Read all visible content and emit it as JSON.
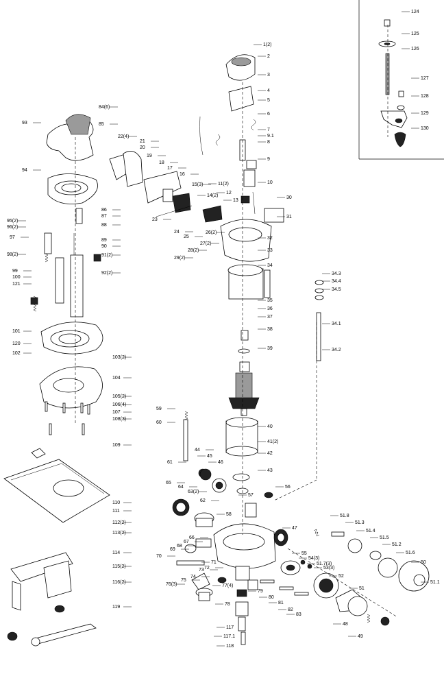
{
  "diagram": {
    "callouts": [
      {
        "id": "c-1",
        "text": "1(2)"
      },
      {
        "id": "c-2",
        "text": "2"
      },
      {
        "id": "c-3",
        "text": "3"
      },
      {
        "id": "c-4",
        "text": "4"
      },
      {
        "id": "c-5",
        "text": "5"
      },
      {
        "id": "c-6",
        "text": "6"
      },
      {
        "id": "c-7",
        "text": "7"
      },
      {
        "id": "c-9-1",
        "text": "9.1"
      },
      {
        "id": "c-8",
        "text": "8"
      },
      {
        "id": "c-9",
        "text": "9"
      },
      {
        "id": "c-10",
        "text": "10"
      },
      {
        "id": "c-11",
        "text": "11(2)"
      },
      {
        "id": "c-12",
        "text": "12"
      },
      {
        "id": "c-13",
        "text": "13"
      },
      {
        "id": "c-14",
        "text": "14(2)"
      },
      {
        "id": "c-15",
        "text": "15(3)"
      },
      {
        "id": "c-16",
        "text": "16"
      },
      {
        "id": "c-17",
        "text": "17"
      },
      {
        "id": "c-18",
        "text": "18"
      },
      {
        "id": "c-19",
        "text": "19"
      },
      {
        "id": "c-20",
        "text": "20"
      },
      {
        "id": "c-21",
        "text": "21"
      },
      {
        "id": "c-22",
        "text": "22(4)"
      },
      {
        "id": "c-23",
        "text": "23"
      },
      {
        "id": "c-24",
        "text": "24"
      },
      {
        "id": "c-25",
        "text": "25"
      },
      {
        "id": "c-26",
        "text": "26(2)"
      },
      {
        "id": "c-27",
        "text": "27(2)"
      },
      {
        "id": "c-28",
        "text": "28(2)"
      },
      {
        "id": "c-29",
        "text": "29(2)"
      },
      {
        "id": "c-30",
        "text": "30"
      },
      {
        "id": "c-31",
        "text": "31"
      },
      {
        "id": "c-32",
        "text": "32"
      },
      {
        "id": "c-33",
        "text": "33"
      },
      {
        "id": "c-34",
        "text": "34"
      },
      {
        "id": "c-34-3",
        "text": "34.3"
      },
      {
        "id": "c-34-4",
        "text": "34.4"
      },
      {
        "id": "c-34-5",
        "text": "34.5"
      },
      {
        "id": "c-35",
        "text": "35"
      },
      {
        "id": "c-36",
        "text": "36"
      },
      {
        "id": "c-37",
        "text": "37"
      },
      {
        "id": "c-34-1",
        "text": "34.1"
      },
      {
        "id": "c-38",
        "text": "38"
      },
      {
        "id": "c-34-2",
        "text": "34.2"
      },
      {
        "id": "c-39",
        "text": "39"
      },
      {
        "id": "c-40",
        "text": "40"
      },
      {
        "id": "c-41",
        "text": "41(2)"
      },
      {
        "id": "c-42",
        "text": "42"
      },
      {
        "id": "c-43",
        "text": "43"
      },
      {
        "id": "c-44",
        "text": "44"
      },
      {
        "id": "c-45",
        "text": "45"
      },
      {
        "id": "c-46",
        "text": "46"
      },
      {
        "id": "c-47",
        "text": "47"
      },
      {
        "id": "c-48",
        "text": "48"
      },
      {
        "id": "c-49",
        "text": "49"
      },
      {
        "id": "c-50",
        "text": "50"
      },
      {
        "id": "c-51",
        "text": "51"
      },
      {
        "id": "c-51-1",
        "text": "51.1"
      },
      {
        "id": "c-51-2",
        "text": "51.2"
      },
      {
        "id": "c-51-3",
        "text": "51.3"
      },
      {
        "id": "c-51-4",
        "text": "51.4"
      },
      {
        "id": "c-51-5",
        "text": "51.5"
      },
      {
        "id": "c-51-6",
        "text": "51.6"
      },
      {
        "id": "c-51-7",
        "text": "51.7(3)"
      },
      {
        "id": "c-51-8",
        "text": "51.8"
      },
      {
        "id": "c-52",
        "text": "52"
      },
      {
        "id": "c-53",
        "text": "53(3)"
      },
      {
        "id": "c-54",
        "text": "54(3)"
      },
      {
        "id": "c-55",
        "text": "55"
      },
      {
        "id": "c-56",
        "text": "56"
      },
      {
        "id": "c-57",
        "text": "57"
      },
      {
        "id": "c-58",
        "text": "58"
      },
      {
        "id": "c-59",
        "text": "59"
      },
      {
        "id": "c-60",
        "text": "60"
      },
      {
        "id": "c-61",
        "text": "61"
      },
      {
        "id": "c-62",
        "text": "62"
      },
      {
        "id": "c-63",
        "text": "63(2)"
      },
      {
        "id": "c-64",
        "text": "64"
      },
      {
        "id": "c-65",
        "text": "65"
      },
      {
        "id": "c-66",
        "text": "66"
      },
      {
        "id": "c-67",
        "text": "67"
      },
      {
        "id": "c-68",
        "text": "68"
      },
      {
        "id": "c-69",
        "text": "69"
      },
      {
        "id": "c-70",
        "text": "70"
      },
      {
        "id": "c-71",
        "text": "71"
      },
      {
        "id": "c-72",
        "text": "72"
      },
      {
        "id": "c-73",
        "text": "73"
      },
      {
        "id": "c-74",
        "text": "74"
      },
      {
        "id": "c-75",
        "text": "75"
      },
      {
        "id": "c-76",
        "text": "76(3)"
      },
      {
        "id": "c-77",
        "text": "77(4)"
      },
      {
        "id": "c-78",
        "text": "78"
      },
      {
        "id": "c-79",
        "text": "79"
      },
      {
        "id": "c-80",
        "text": "80"
      },
      {
        "id": "c-81",
        "text": "81"
      },
      {
        "id": "c-82",
        "text": "82"
      },
      {
        "id": "c-83",
        "text": "83"
      },
      {
        "id": "c-84",
        "text": "84(6)"
      },
      {
        "id": "c-85",
        "text": "85"
      },
      {
        "id": "c-86",
        "text": "86"
      },
      {
        "id": "c-87",
        "text": "87"
      },
      {
        "id": "c-88",
        "text": "88"
      },
      {
        "id": "c-89",
        "text": "89"
      },
      {
        "id": "c-90",
        "text": "90"
      },
      {
        "id": "c-91",
        "text": "91(2)"
      },
      {
        "id": "c-92",
        "text": "92(2)"
      },
      {
        "id": "c-93",
        "text": "93"
      },
      {
        "id": "c-94",
        "text": "94"
      },
      {
        "id": "c-95",
        "text": "95(2)"
      },
      {
        "id": "c-96",
        "text": "96(2)"
      },
      {
        "id": "c-97",
        "text": "97"
      },
      {
        "id": "c-98",
        "text": "98(2)"
      },
      {
        "id": "c-99",
        "text": "99"
      },
      {
        "id": "c-100",
        "text": "100"
      },
      {
        "id": "c-101",
        "text": "101"
      },
      {
        "id": "c-102",
        "text": "102"
      },
      {
        "id": "c-103",
        "text": "103(2)"
      },
      {
        "id": "c-104",
        "text": "104"
      },
      {
        "id": "c-105",
        "text": "105(2)"
      },
      {
        "id": "c-106",
        "text": "106(4)"
      },
      {
        "id": "c-107",
        "text": "107"
      },
      {
        "id": "c-108",
        "text": "108(3)"
      },
      {
        "id": "c-109",
        "text": "109"
      },
      {
        "id": "c-110",
        "text": "110"
      },
      {
        "id": "c-111",
        "text": "111"
      },
      {
        "id": "c-112",
        "text": "112(2)"
      },
      {
        "id": "c-113",
        "text": "113(2)"
      },
      {
        "id": "c-114",
        "text": "114"
      },
      {
        "id": "c-115",
        "text": "115(2)"
      },
      {
        "id": "c-116",
        "text": "116(2)"
      },
      {
        "id": "c-117",
        "text": "117"
      },
      {
        "id": "c-117-1",
        "text": "117.1"
      },
      {
        "id": "c-118",
        "text": "118"
      },
      {
        "id": "c-119",
        "text": "119"
      },
      {
        "id": "c-120",
        "text": "120"
      },
      {
        "id": "c-121",
        "text": "121"
      },
      {
        "id": "c-124",
        "text": "124"
      },
      {
        "id": "c-125",
        "text": "125"
      },
      {
        "id": "c-126",
        "text": "126"
      },
      {
        "id": "c-127",
        "text": "127"
      },
      {
        "id": "c-128",
        "text": "128"
      },
      {
        "id": "c-129",
        "text": "129"
      },
      {
        "id": "c-130",
        "text": "130"
      }
    ]
  }
}
